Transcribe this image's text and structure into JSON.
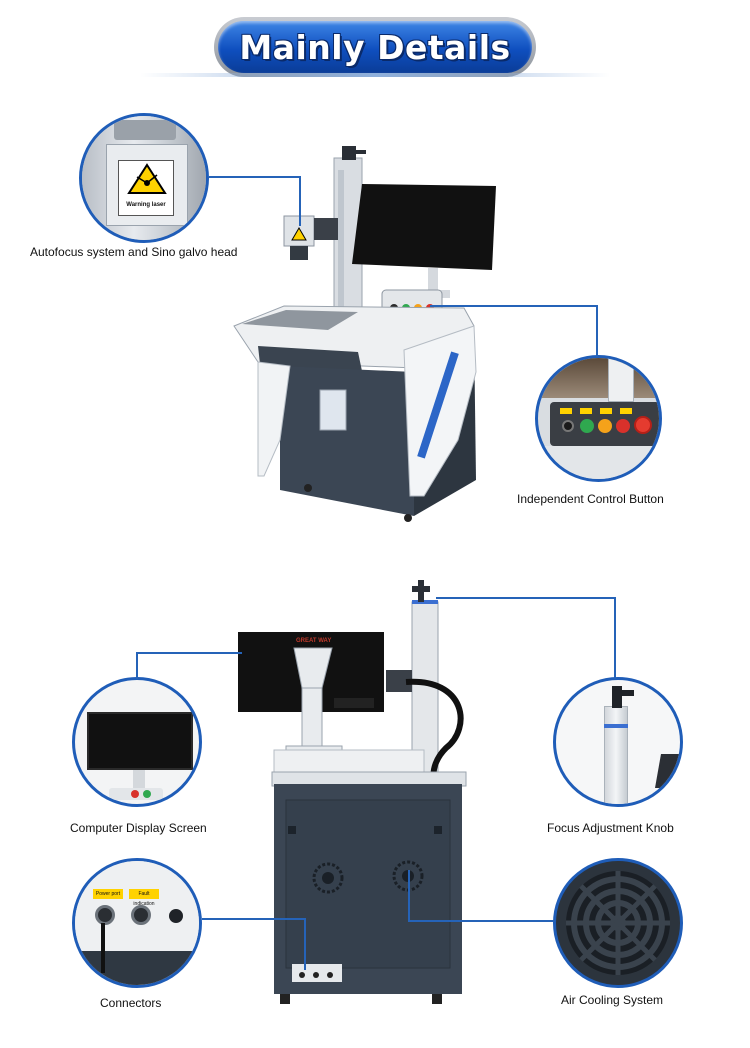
{
  "header": {
    "title": "Mainly Details"
  },
  "top_machine": {
    "warning_sign_text": "Warning laser",
    "features": [
      {
        "label": "Autofocus system and Sino galvo head"
      },
      {
        "label": "Independent Control Button"
      }
    ]
  },
  "bottom_machine": {
    "monitor_brand": "GREAT WAY",
    "connector_labels": [
      "Power port",
      "Fault indication"
    ],
    "features": [
      {
        "label": "Computer Display Screen"
      },
      {
        "label": "Focus Adjustment Knob"
      },
      {
        "label": "Connectors"
      },
      {
        "label": "Air Cooling System"
      }
    ]
  },
  "colors": {
    "accent_blue": "#1f5db8",
    "banner_blue": "#0f4fbf",
    "machine_white": "#e9ecef",
    "machine_dark": "#3b4654"
  }
}
